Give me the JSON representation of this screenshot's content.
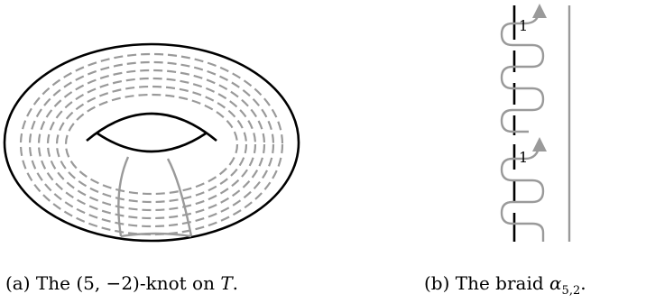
{
  "figure": {
    "subfigures": [
      {
        "id": "a",
        "caption_prefix": "(a) The ",
        "caption_math": "(5, −2)",
        "caption_middle": "-knot on ",
        "caption_math2": "T",
        "caption_suffix": "."
      },
      {
        "id": "b",
        "caption_prefix": "(b) The braid ",
        "caption_math": "α",
        "caption_sub": "5,2",
        "caption_suffix": ".",
        "box_labels": [
          "1",
          "1"
        ]
      }
    ],
    "colors": {
      "outline": "#000000",
      "strand": "#9a9a9a"
    }
  }
}
